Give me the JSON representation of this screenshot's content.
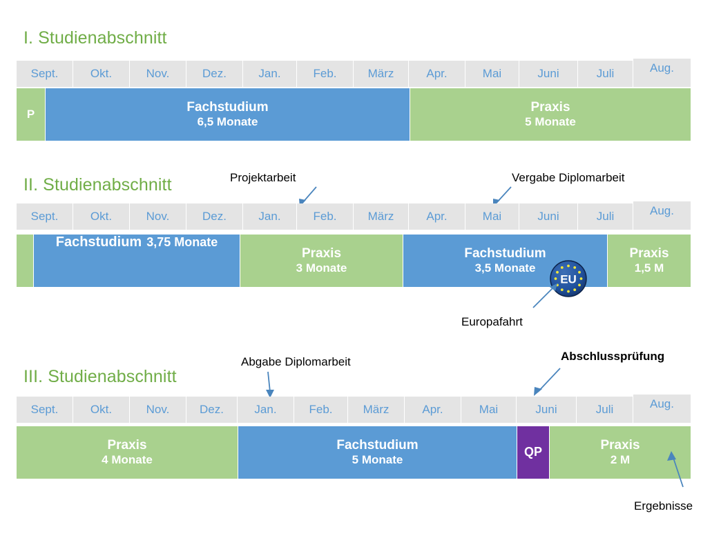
{
  "sections": [
    {
      "title": "I. Studienabschnitt",
      "months": [
        "Sept.",
        "Okt.",
        "Nov.",
        "Dez.",
        "Jan.",
        "Feb.",
        "März",
        "Apr.",
        "Mai",
        "Juni",
        "Juli",
        "Aug."
      ],
      "segments": [
        {
          "name": "P",
          "duration": "",
          "color": "#a9d18e",
          "kind": "green"
        },
        {
          "name": "Fachstudium",
          "duration": "6,5 Monate",
          "color": "#5b9bd5",
          "kind": "blue"
        },
        {
          "name": "Praxis",
          "duration": "5 Monate",
          "color": "#a9d18e",
          "kind": "green"
        }
      ],
      "annotations": []
    },
    {
      "title": "II. Studienabschnitt",
      "months": [
        "Sept.",
        "Okt.",
        "Nov.",
        "Dez.",
        "Jan.",
        "Feb.",
        "März",
        "Apr.",
        "Mai",
        "Juni",
        "Juli",
        "Aug."
      ],
      "segments": [
        {
          "name": "",
          "duration": "",
          "color": "#a9d18e",
          "kind": "green"
        },
        {
          "name": "Fachstudium",
          "duration": "3,75 Monate",
          "color": "#5b9bd5",
          "kind": "blue"
        },
        {
          "name": "Praxis",
          "duration": "3 Monate",
          "color": "#a9d18e",
          "kind": "green"
        },
        {
          "name": "Fachstudium",
          "duration": "3,5 Monate",
          "color": "#5b9bd5",
          "kind": "blue"
        },
        {
          "name": "Praxis",
          "duration": "1,5 M",
          "color": "#a9d18e",
          "kind": "green"
        }
      ],
      "annotations": [
        {
          "label": "Projektarbeit"
        },
        {
          "label": "Vergabe Diplomarbeit"
        },
        {
          "label": "Europafahrt"
        }
      ],
      "badge": {
        "label": "EU",
        "color": "#1f4e9c",
        "star_color": "#f2e73b"
      }
    },
    {
      "title": "III. Studienabschnitt",
      "months": [
        "Sept.",
        "Okt.",
        "Nov.",
        "Dez.",
        "Jan.",
        "Feb.",
        "März",
        "Apr.",
        "Mai",
        "Juni",
        "Juli",
        "Aug."
      ],
      "segments": [
        {
          "name": "Praxis",
          "duration": "4 Monate",
          "color": "#a9d18e",
          "kind": "green"
        },
        {
          "name": "Fachstudium",
          "duration": "5 Monate",
          "color": "#5b9bd5",
          "kind": "blue"
        },
        {
          "name": "QP",
          "duration": "",
          "color": "#7030a0",
          "kind": "purple"
        },
        {
          "name": "Praxis",
          "duration": "2 M",
          "color": "#a9d18e",
          "kind": "green"
        }
      ],
      "annotations": [
        {
          "label": "Abgabe Diplomarbeit"
        },
        {
          "label": "Abschlussprüfung"
        },
        {
          "label": "Ergebnisse"
        }
      ]
    }
  ],
  "colors": {
    "title_green": "#70ad47",
    "bar_blue": "#5b9bd5",
    "bar_green": "#a9d18e",
    "bar_purple": "#7030a0",
    "header_bg": "#e4e4e4",
    "header_text": "#5b9bd5",
    "annotation_text": "#000000",
    "arrow": "#4a85bd"
  }
}
